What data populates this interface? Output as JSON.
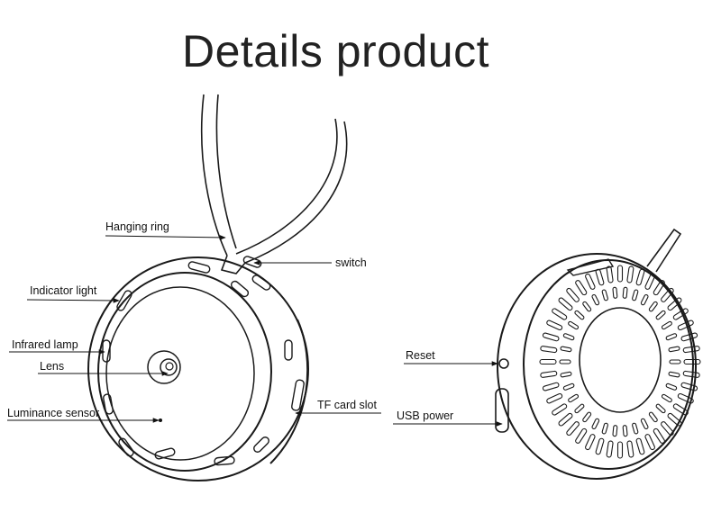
{
  "title": "Details product",
  "labels": {
    "hanging_ring": "Hanging ring",
    "switch": "switch",
    "indicator_light": "Indicator light",
    "infrared_lamp": "Infrared lamp",
    "lens": "Lens",
    "luminance_sensor": "Luminance sensor",
    "tf_card_slot": "TF card slot",
    "reset": "Reset",
    "usb_power": "USB power"
  }
}
